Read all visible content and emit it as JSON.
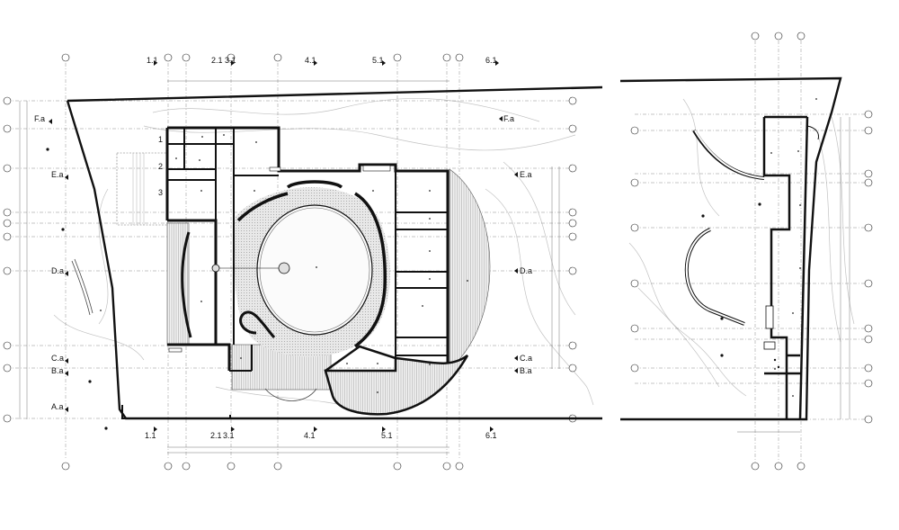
{
  "plan": {
    "top_axes": [
      "1.1",
      "2.1",
      "3.1",
      "4.1",
      "5.1",
      "6.1"
    ],
    "bottom_axes": [
      "1.1",
      "2.1",
      "3.1",
      "4.1",
      "5.1",
      "6.1"
    ],
    "left_axes": [
      "F.a",
      "E.a",
      "D.a",
      "C.a",
      "B.a",
      "A.a"
    ],
    "right_axes": [
      "F.a",
      "E.a",
      "D.a",
      "C.a",
      "B.a"
    ],
    "stair_numbers": [
      "1",
      "2",
      "3"
    ],
    "colors": {
      "line": "#111111",
      "thin": "#8a8a8a",
      "contour": "#b5b5b5",
      "hatch": "#c8c8c8"
    }
  }
}
